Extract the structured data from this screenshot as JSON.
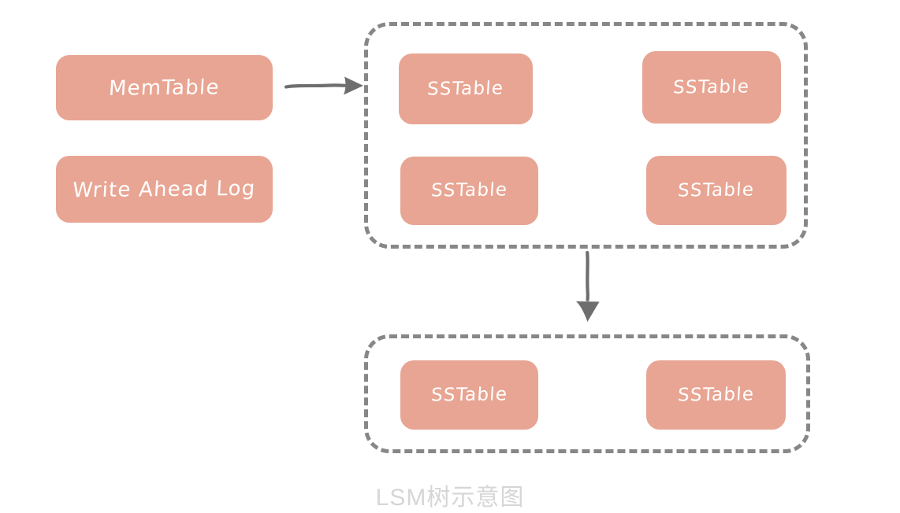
{
  "diagram": {
    "caption": "LSM树示意图",
    "colors": {
      "node_fill": "#e8a593",
      "node_text": "#ffffff",
      "group_border": "#878787",
      "arrow": "#6e6e6e",
      "caption_text": "#d6d6d6",
      "background": "#ffffff"
    },
    "memory_nodes": [
      {
        "id": "memtable",
        "label": "MemTable"
      },
      {
        "id": "wal",
        "label": "Write Ahead Log"
      }
    ],
    "groups": [
      {
        "id": "level-0",
        "style": "dashed-rounded-container",
        "nodes": [
          {
            "id": "sst-t1",
            "label": "SSTable"
          },
          {
            "id": "sst-t2",
            "label": "SSTable"
          },
          {
            "id": "sst-t3",
            "label": "SSTable"
          },
          {
            "id": "sst-t4",
            "label": "SSTable"
          }
        ]
      },
      {
        "id": "level-1",
        "style": "dashed-rounded-container",
        "nodes": [
          {
            "id": "sst-b1",
            "label": "SSTable"
          },
          {
            "id": "sst-b2",
            "label": "SSTable"
          }
        ]
      }
    ],
    "arrows": [
      {
        "id": "memtable-to-level0",
        "direction": "right"
      },
      {
        "id": "level0-to-level1",
        "direction": "down"
      }
    ]
  }
}
